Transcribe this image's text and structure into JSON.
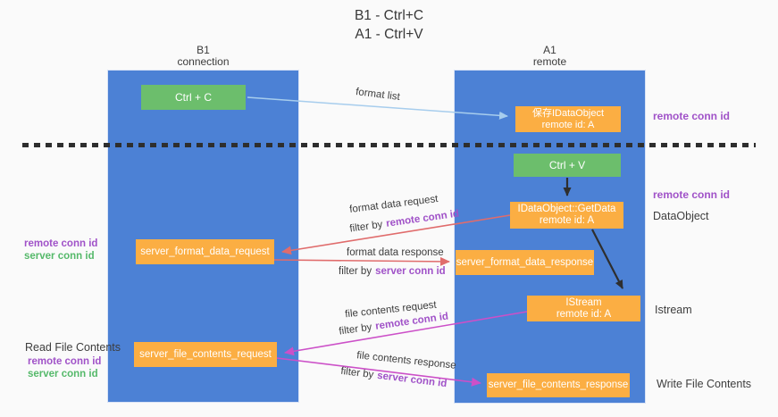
{
  "title": {
    "line1": "B1 - Ctrl+C",
    "line2": "A1 - Ctrl+V"
  },
  "columns": {
    "left": {
      "name": "B1",
      "role": "connection"
    },
    "right": {
      "name": "A1",
      "role": "remote"
    }
  },
  "boxes": {
    "ctrl_c": {
      "label": "Ctrl + C"
    },
    "save_idataobject": {
      "line1": "保存IDataObject",
      "line2": "remote id: A"
    },
    "ctrl_v": {
      "label": "Ctrl + V"
    },
    "getdata": {
      "line1": "IDataObject::GetData",
      "line2": "remote id: A"
    },
    "server_format_data_request": {
      "label": "server_format_data_request"
    },
    "server_format_data_response": {
      "label": "server_format_data_response"
    },
    "istream": {
      "line1": "IStream",
      "line2": "remote id: A"
    },
    "server_file_contents_request": {
      "label": "server_file_contents_request"
    },
    "server_file_contents_response": {
      "label": "server_file_contents_response"
    }
  },
  "arrows": {
    "format_list": {
      "label": "format list"
    },
    "format_data_request": {
      "label": "format data request",
      "filter_prefix": "filter by",
      "filter_key": "remote conn id"
    },
    "format_data_response": {
      "label": "format data response",
      "filter_prefix": "filter by",
      "filter_key": "server conn id"
    },
    "file_contents_request": {
      "label": "file contents request",
      "filter_prefix": "filter by",
      "filter_key": "remote conn id"
    },
    "file_contents_response": {
      "label": "file contents response",
      "filter_prefix": "filter by",
      "filter_key": "server conn id"
    }
  },
  "side_labels": {
    "right_top_remote_conn_id": "remote conn id",
    "right_mid_remote_conn_id": "remote conn id",
    "dataobject": "DataObject",
    "istream": "Istream",
    "write_file_contents": "Write File Contents",
    "read_file_contents": "Read File Contents",
    "left_mid": {
      "remote": "remote conn id",
      "server": "server conn id"
    },
    "left_bottom": {
      "remote": "remote conn id",
      "server": "server conn id"
    }
  },
  "colors": {
    "column_blue": "#4c81d5",
    "box_green": "#6cbe6c",
    "box_orange": "#fbae43",
    "purple_label": "#a052c8",
    "green_label": "#55b96a",
    "salmon_arrow": "#e06c6c",
    "magenta_arrow": "#cc50c8",
    "lightblue_arrow": "#a7cded",
    "dashed_line": "#2e2e2e"
  }
}
